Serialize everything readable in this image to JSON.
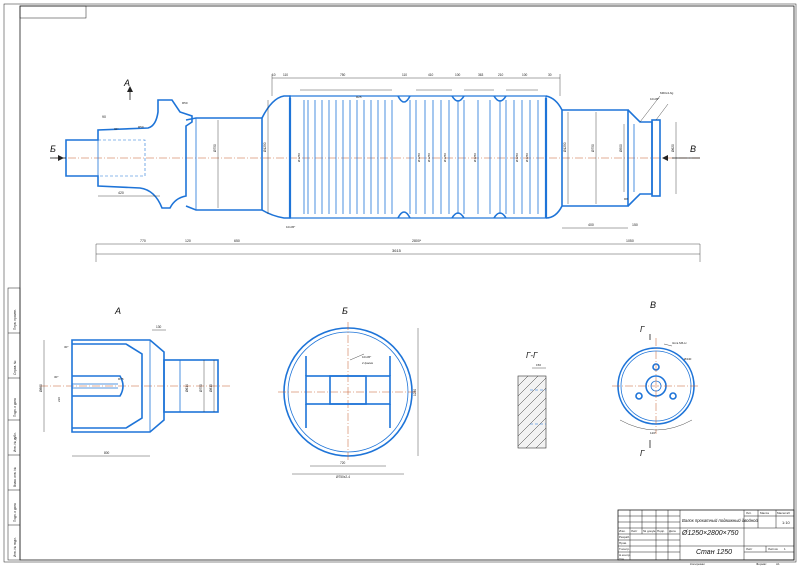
{
  "views": {
    "a_marker": "A",
    "b_marker": "Б",
    "v_marker": "В",
    "view_a_title": "А",
    "view_b_title": "Б",
    "section_title": "Г-Г",
    "view_v_title": "В",
    "g_marker_top": "Г",
    "g_marker_bottom": "Г"
  },
  "dims_main": {
    "top": [
      "10",
      "110",
      "750",
      "110",
      "410",
      "100",
      "363",
      "210",
      "100",
      "30"
    ],
    "overall": "3615",
    "barrel": "2800*",
    "left_neck": "770",
    "left_step": "650",
    "left_short": "120",
    "right_neck": "1050",
    "right_step": "400",
    "right_small": "150",
    "left_seg": "420",
    "left_cut": "90",
    "vertical_left": [
      "Ø750",
      "Ø1250"
    ],
    "vertical_barrel": [
      "Ø1250",
      "Ø1250",
      "Ø1250",
      "Ø1250",
      "Ø1250",
      "Ø1250",
      "Ø1250"
    ],
    "vertical_right": [
      "Ø1250",
      "Ø750",
      "Ø500",
      "Ø620"
    ],
    "chamfer_left": "10x45°",
    "chamfer_right": "10x45°",
    "thread": "M60x4-6g",
    "angle": "30°",
    "radius_left": "R50",
    "radius_neck": "R50",
    "radius_barrel": "R25",
    "depth_right": "R8"
  },
  "dims_a": {
    "top": "130",
    "bottom": "800",
    "left": "Ø860",
    "right1": "Ø614",
    "right2": "Ø750",
    "right3": "Ø810",
    "angle1": "30°",
    "angle2": "30°",
    "inner": "220",
    "r": "R75"
  },
  "dims_b": {
    "width": "720",
    "height": "1230",
    "diameter": "Ø750x2-4",
    "note1": "10x45°",
    "note2": "2 фаски"
  },
  "dims_section": {
    "top": "150"
  },
  "dims_v": {
    "d1": "Ø440",
    "thread": "3отв.М6-Н",
    "angle": "120°"
  },
  "left_strip": {
    "rows": [
      "Перв. примен.",
      "Справ. №",
      "Подп. и дата",
      "Инв. № дубл.",
      "Взам. инв. №",
      "Подп. и дата",
      "Инв. № подл."
    ]
  },
  "title_block": {
    "designation": "Валок прокатный подвижный двойной",
    "size": "Ø1250×2800×750",
    "mill": "Стан 1250",
    "lit": "Лит.",
    "mass": "Масса",
    "scale": "Масштаб",
    "scale_value": "1:10",
    "sheet": "Лист",
    "sheets": "Листов",
    "sheets_value": "1",
    "rows_left": [
      "Изм.",
      "Лист",
      "№ докум.",
      "Подп.",
      "Дата"
    ],
    "roles": [
      "Разраб.",
      "Пров.",
      "Т.контр.",
      "Н.контр.",
      "Утв."
    ],
    "copied": "Копировал",
    "format": "Формат",
    "format_value": "А1"
  }
}
